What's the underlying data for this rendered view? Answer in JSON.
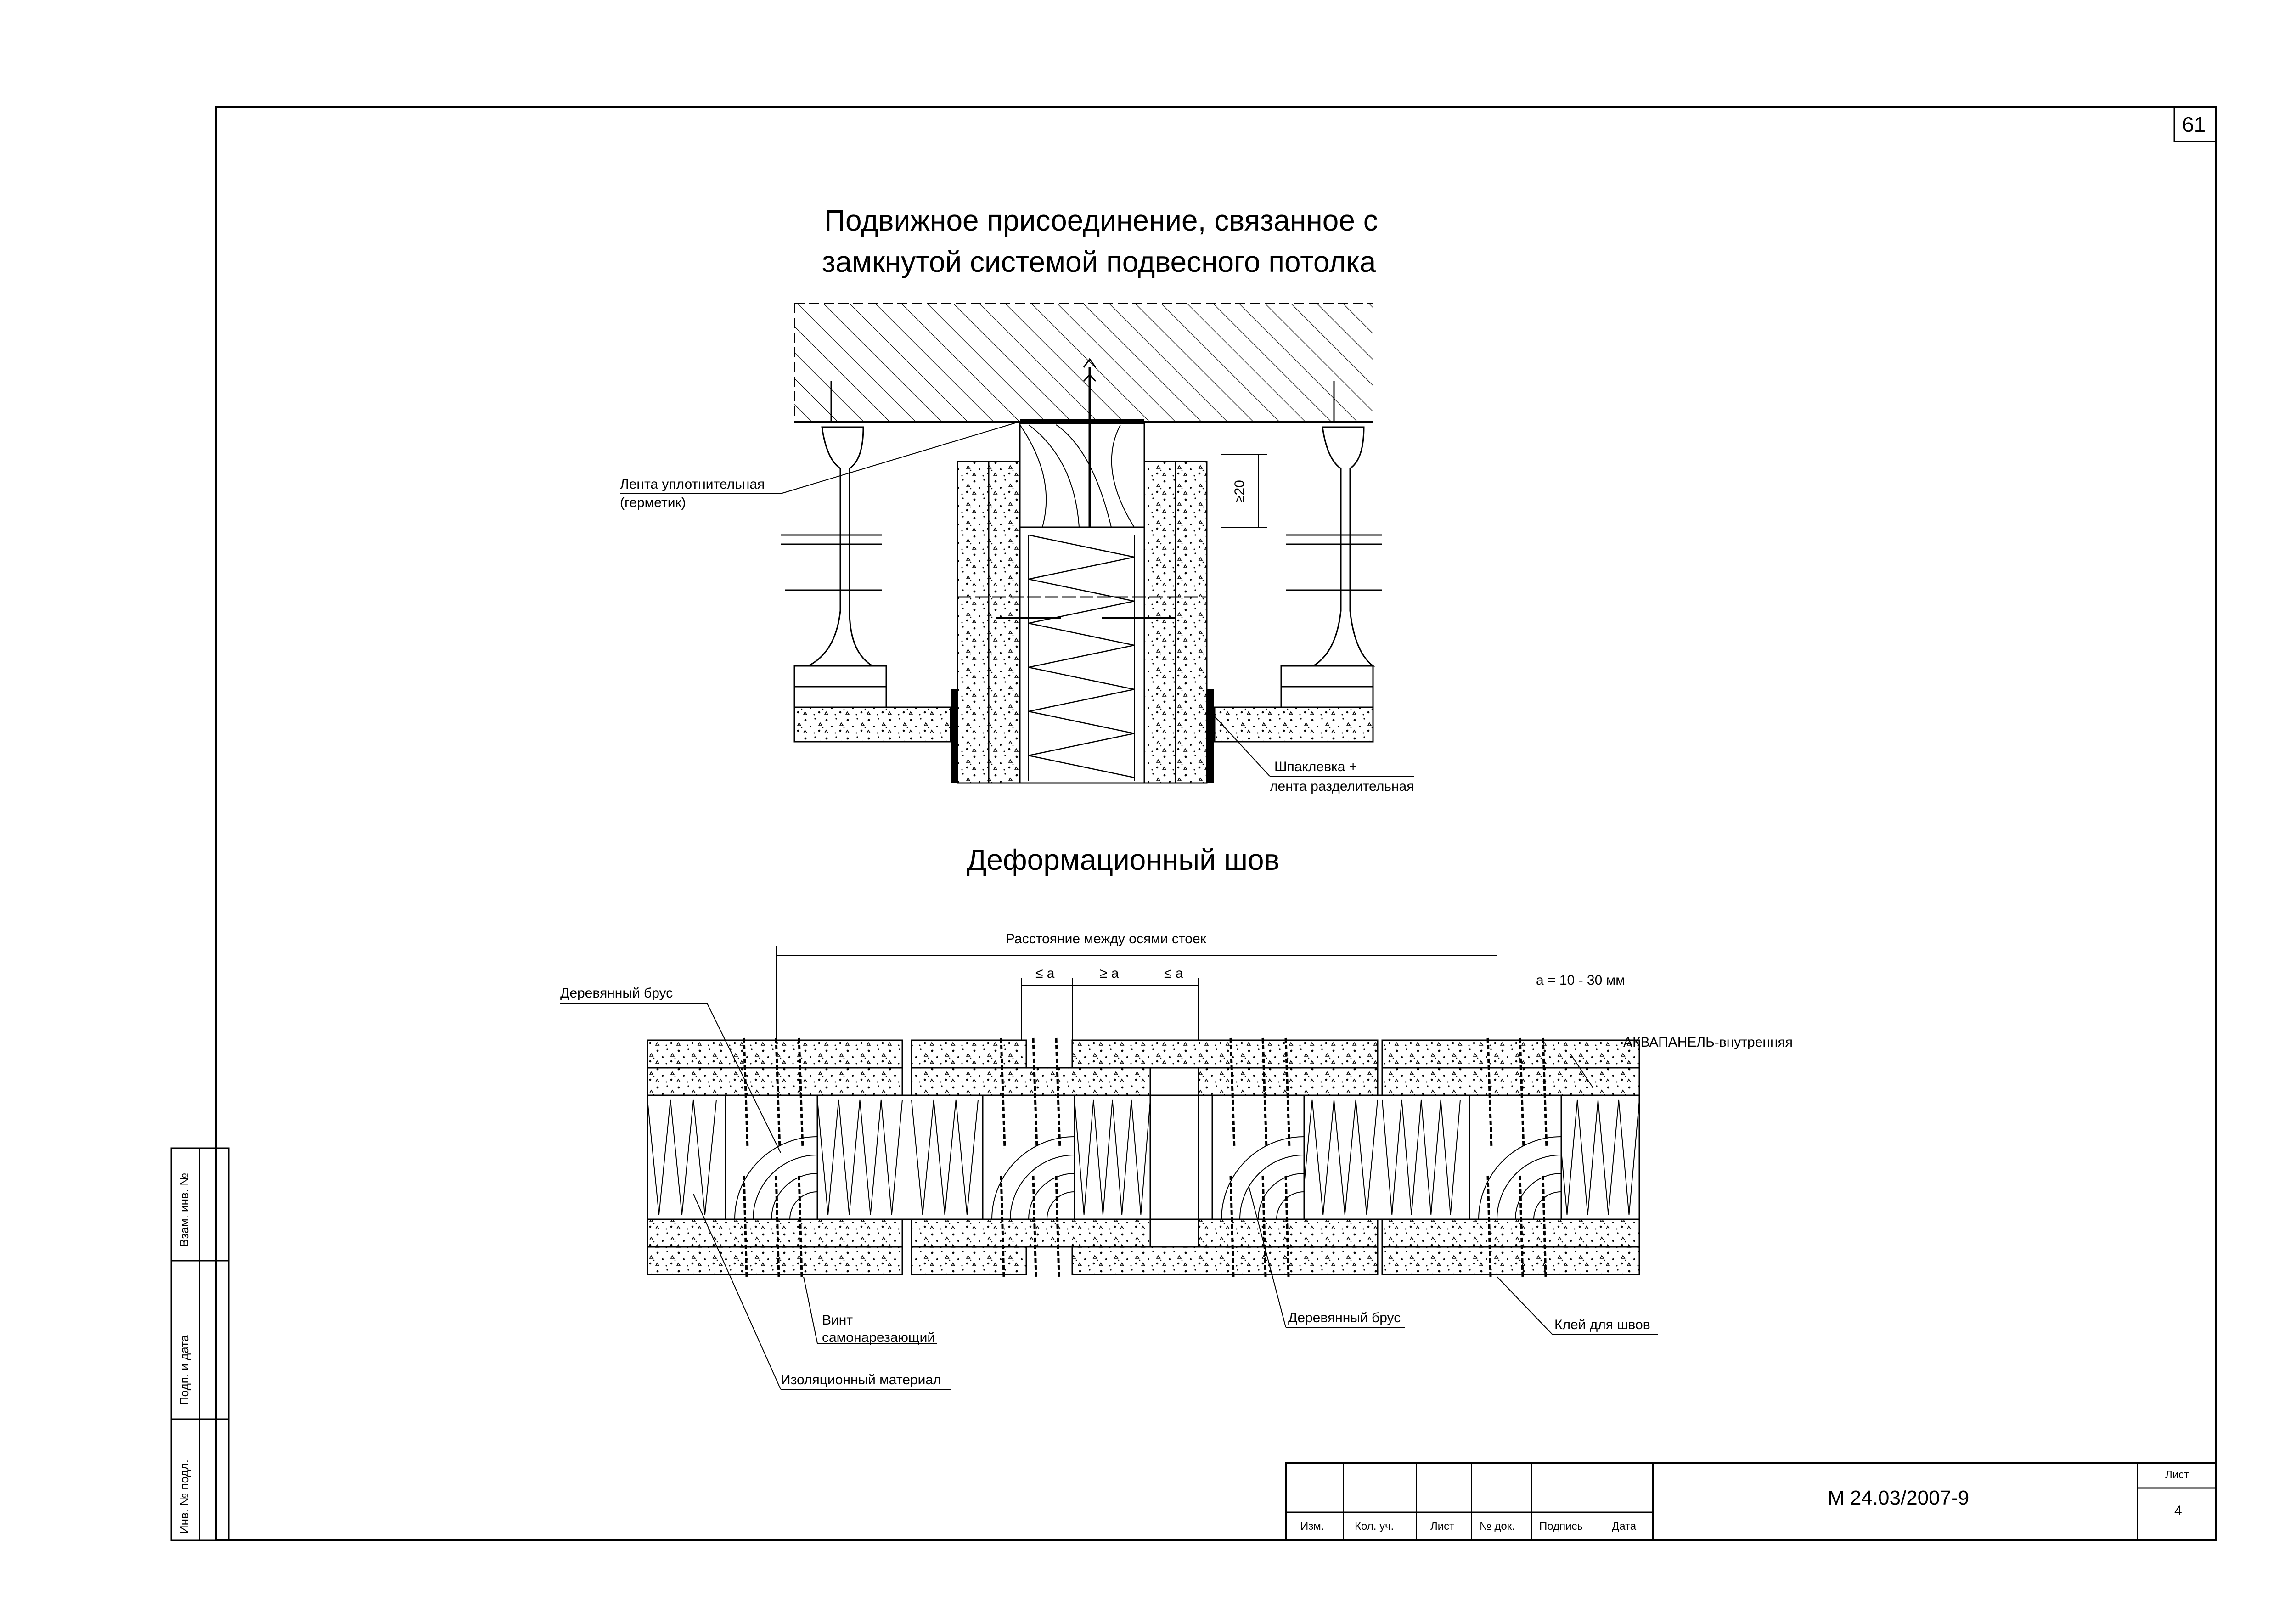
{
  "page": {
    "sheet_number": "61"
  },
  "diagram1": {
    "title_line1": "Подвижное присоединение, связанное с",
    "title_line2": "замкнутой системой подвесного потолка",
    "label_tape_line1": "Лента уплотнительная",
    "label_tape_line2": "(герметик)",
    "dimension": "≥20",
    "label_putty_line1": "Шпаклевка +",
    "label_putty_line2": "лента разделительная"
  },
  "diagram2": {
    "title": "Деформационный шов",
    "axis_distance": "Расстояние между осями стоек",
    "gap_le_1": "≤ a",
    "gap_ge": "≥ a",
    "gap_le_2": "≤ a",
    "a_value": "a = 10 - 30 мм",
    "label_wood_beam_top": "Деревянный брус",
    "label_aquapanel": "АКВАПАНЕЛЬ-внутренняя",
    "label_screw_line1": "Винт",
    "label_screw_line2": "самонарезающий",
    "label_insulation": "Изоляционный материал",
    "label_wood_beam_bottom": "Деревянный брус",
    "label_glue": "Клей для швов"
  },
  "side_stamp": {
    "cell1": "Взам. инв. №",
    "cell2": "Подп. и дата",
    "cell3": "Инв. № подл."
  },
  "title_block": {
    "headers": [
      "Изм.",
      "Кол. уч.",
      "Лист",
      "№ док.",
      "Подпись",
      "Дата"
    ],
    "document_code": "М 24.03/2007-9",
    "sheet_label": "Лист",
    "sheet_value": "4"
  }
}
